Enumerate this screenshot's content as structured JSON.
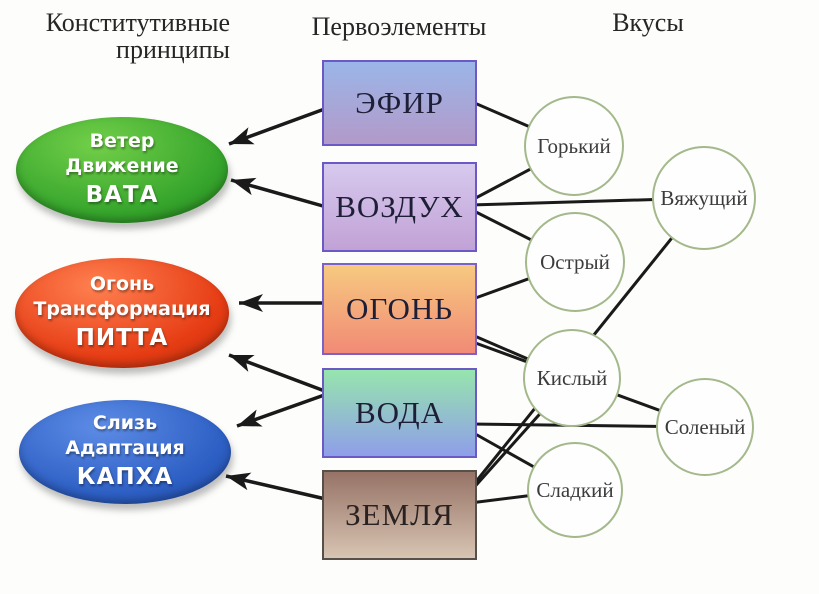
{
  "background": "#fdfdfb",
  "line_color": "#1a1a1a",
  "taste_circle_border": "#a3b98b",
  "headers": {
    "left_line1": "Конститутивные",
    "left_line2": "принципы",
    "center": "Первоэлементы",
    "right": "Вкусы"
  },
  "principles": [
    {
      "id": "vata",
      "lines": [
        "Ветер",
        "Движение",
        "ВАТА"
      ],
      "color_hi": "#72cf49",
      "color_main": "#36a52c",
      "color_lo": "#1b6b14"
    },
    {
      "id": "pitta",
      "lines": [
        "Огонь",
        "Трансформация",
        "ПИТТА"
      ],
      "color_hi": "#ff8050",
      "color_main": "#e63c14",
      "color_lo": "#9e2605"
    },
    {
      "id": "kapha",
      "lines": [
        "Слизь",
        "Адаптация",
        "КАПХА"
      ],
      "color_hi": "#5d8ce6",
      "color_main": "#2d5fc4",
      "color_lo": "#153a8c"
    }
  ],
  "elements": [
    {
      "id": "efir",
      "label": "ЭФИР",
      "color_top": "#9bb5e8",
      "color_bottom": "#b29ac9",
      "border": "#6b5ac6"
    },
    {
      "id": "vozduh",
      "label": "ВОЗДУХ",
      "color_top": "#d6c9ee",
      "color_bottom": "#c2a2d6",
      "border": "#6b5ac6"
    },
    {
      "id": "ogon",
      "label": "ОГОНЬ",
      "color_top": "#f7ca80",
      "color_bottom": "#f18a76",
      "border": "#7a62c8"
    },
    {
      "id": "voda",
      "label": "ВОДА",
      "color_top": "#96e5ad",
      "color_bottom": "#8f9ee9",
      "border": "#6b5ac6"
    },
    {
      "id": "zemlya",
      "label": "ЗЕМЛЯ",
      "color_top": "#967366",
      "color_bottom": "#d8c4b2",
      "border": "#57504a"
    }
  ],
  "tastes": [
    {
      "id": "gorkiy",
      "label": "Горький"
    },
    {
      "id": "vyazhushchiy",
      "label": "Вяжущий"
    },
    {
      "id": "ostryy",
      "label": "Острый"
    },
    {
      "id": "kislyy",
      "label": "Кислый"
    },
    {
      "id": "solenyy",
      "label": "Соленый"
    },
    {
      "id": "sladkiy",
      "label": "Сладкий"
    }
  ],
  "connections": {
    "element_to_principle": [
      {
        "from": "ЭФИР",
        "to": "ВАТА"
      },
      {
        "from": "ВОЗДУХ",
        "to": "ВАТА"
      },
      {
        "from": "ОГОНЬ",
        "to": "ПИТТА"
      },
      {
        "from": "ВОДА",
        "to": "ПИТТА"
      },
      {
        "from": "ВОДА",
        "to": "КАПХА"
      },
      {
        "from": "ЗЕМЛЯ",
        "to": "КАПХА"
      }
    ],
    "element_to_taste": [
      {
        "from": "ЭФИР",
        "to": "Горький"
      },
      {
        "from": "ВОЗДУХ",
        "to": "Горький"
      },
      {
        "from": "ВОЗДУХ",
        "to": "Вяжущий"
      },
      {
        "from": "ВОЗДУХ",
        "to": "Острый"
      },
      {
        "from": "ОГОНЬ",
        "to": "Острый"
      },
      {
        "from": "ОГОНЬ",
        "to": "Кислый"
      },
      {
        "from": "ОГОНЬ",
        "to": "Соленый"
      },
      {
        "from": "ВОДА",
        "to": "Соленый"
      },
      {
        "from": "ВОДА",
        "to": "Сладкий"
      },
      {
        "from": "ЗЕМЛЯ",
        "to": "Вяжущий"
      },
      {
        "from": "ЗЕМЛЯ",
        "to": "Кислый"
      },
      {
        "from": "ЗЕМЛЯ",
        "to": "Сладкий"
      }
    ]
  }
}
